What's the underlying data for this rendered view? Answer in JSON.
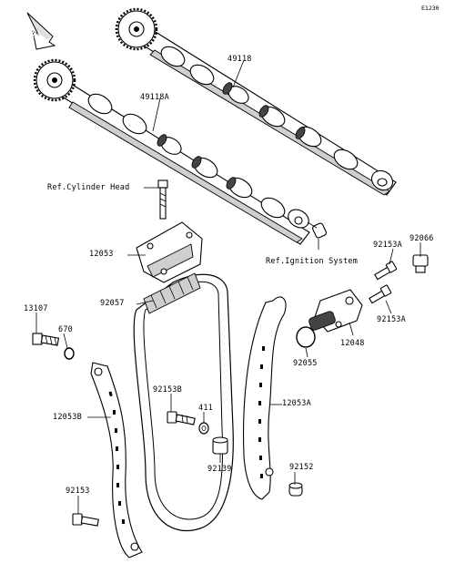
{
  "diagram_code": "E1230",
  "front_label": "FRONT",
  "callouts": {
    "p49118": "49118",
    "p49118A": "49118A",
    "ref_cylinder_head": "Ref.Cylinder Head",
    "p12053": "12053",
    "ref_ignition_system": "Ref.Ignition System",
    "p92153A_top": "92153A",
    "p92066": "92066",
    "p92057": "92057",
    "p13107": "13107",
    "p670": "670",
    "p12048": "12048",
    "p92153A_bottom": "92153A",
    "p92055": "92055",
    "p12053A": "12053A",
    "p92153B": "92153B",
    "p411": "411",
    "p12053B": "12053B",
    "p92139": "92139",
    "p92152": "92152",
    "p92153": "92153"
  }
}
